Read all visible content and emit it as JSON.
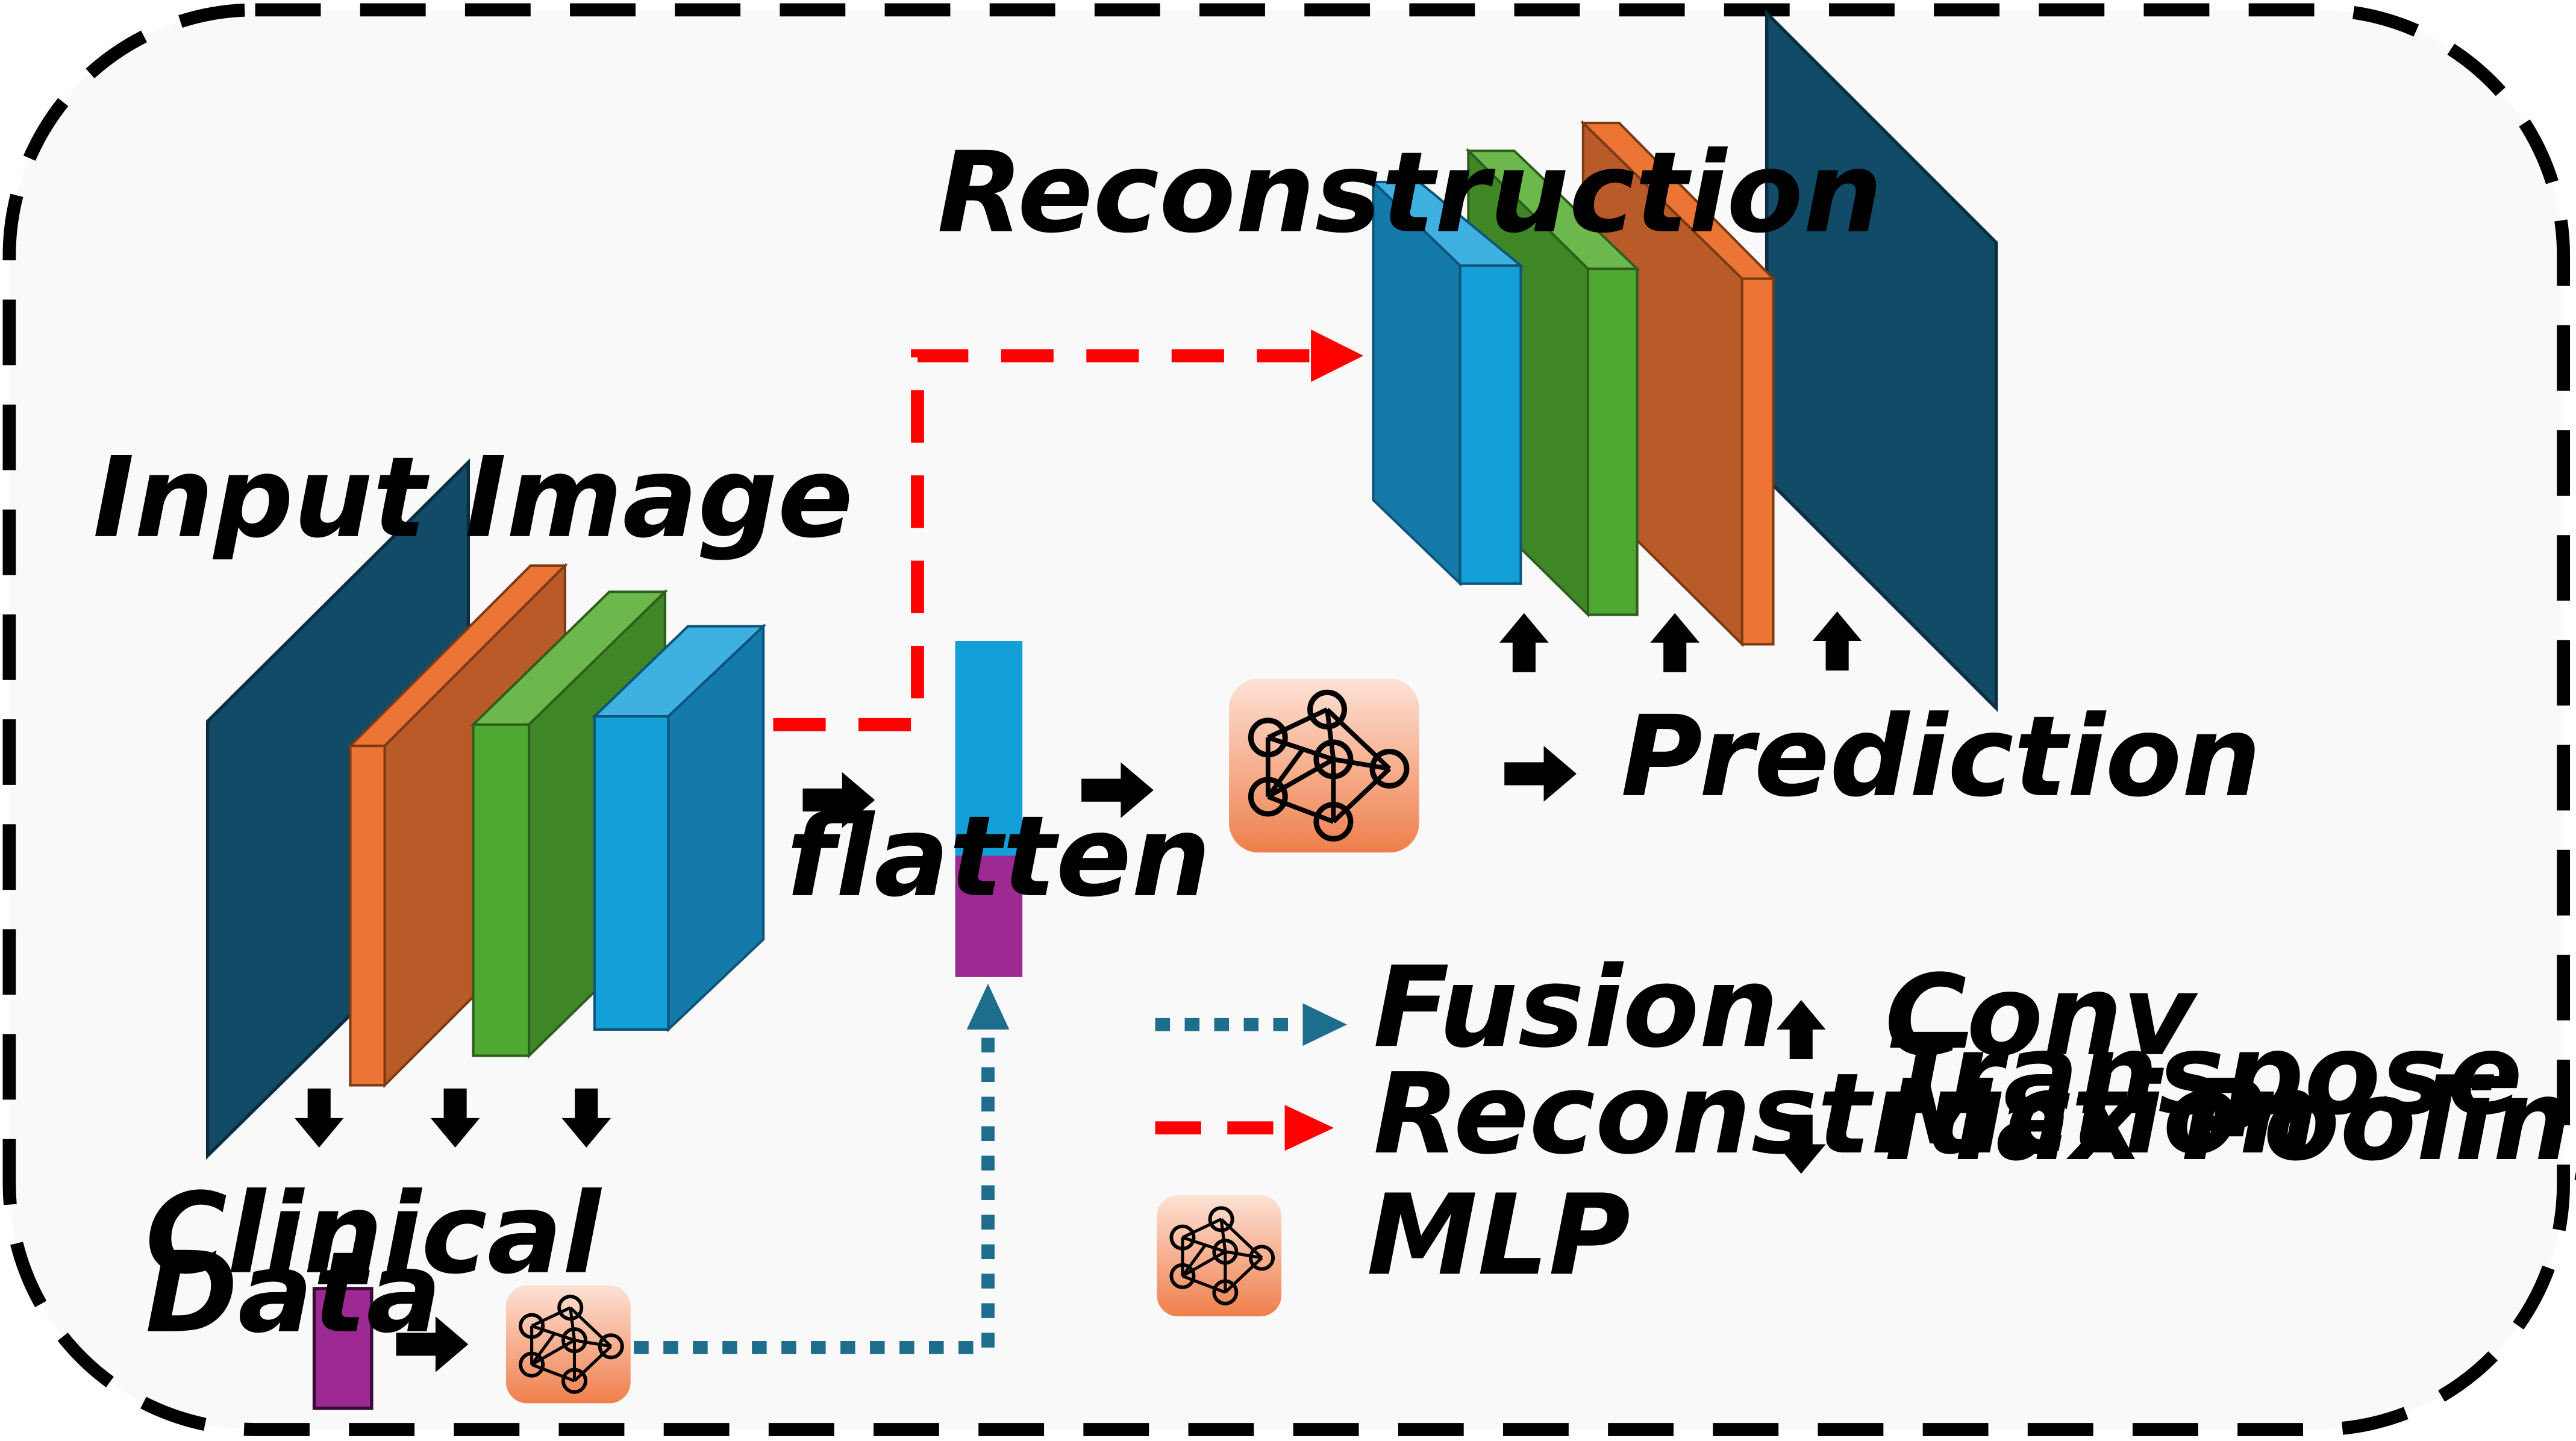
{
  "labels": {
    "input_image": "Input Image",
    "reconstruction_title": "Reconstruction",
    "flatten": "flatten",
    "prediction": "Prediction",
    "clinical_line1": "Clinical",
    "clinical_line2": "Data"
  },
  "legend": {
    "fusion": "Fusion",
    "reconstruction": "Reconstruction",
    "mlp": "MLP",
    "conv": "Conv",
    "transpose": "Transpose",
    "max_pooling": "Max Pooling"
  },
  "colors": {
    "input_slab": "#124b67",
    "orange_front": "#ec7434",
    "orange_side": "#b95a29",
    "green_front": "#4ea832",
    "green_side": "#3f8726",
    "blue_front": "#139fd8",
    "blue_side": "#137aaa",
    "purple": "#9c2a92",
    "fusion_line": "#1f6d8c",
    "reconstruction_line": "#ff0000",
    "mlp_light": "#fde2d5",
    "mlp_dark": "#ef7f4c",
    "frame_border": "#000000",
    "background": "#f9f9f9"
  },
  "icons": {
    "mlp": "neural-network-icon",
    "conv": "arrow-up-icon",
    "pooling": "arrow-down-icon",
    "flow": "arrow-right-icon"
  }
}
